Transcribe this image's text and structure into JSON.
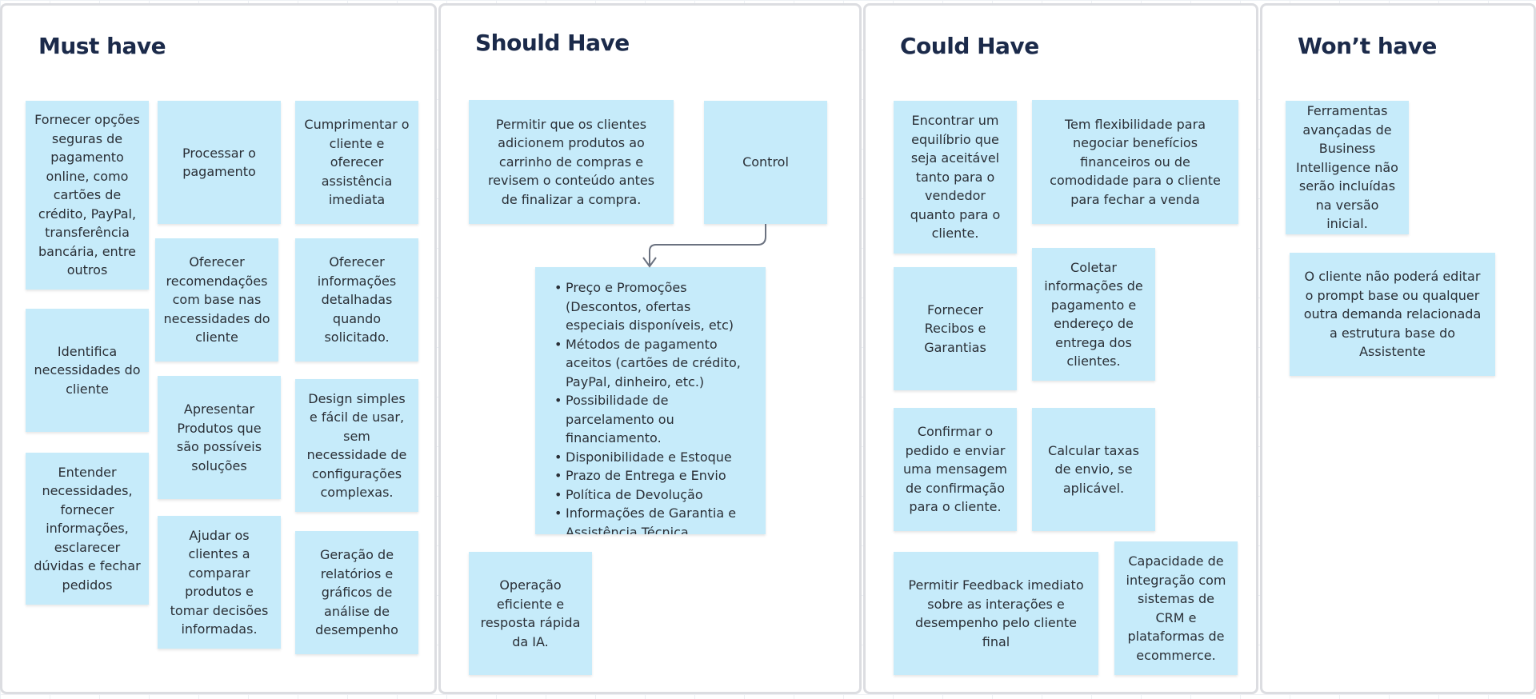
{
  "columns": {
    "must": {
      "title": "Must have",
      "notes": [
        "Fornecer opções seguras de pagamento online, como cartões de crédito, PayPal, transferência bancária, entre outros",
        "Processar o pagamento",
        "Cumprimentar o cliente e oferecer assistência imediata",
        "Oferecer recomendações com base nas necessidades do cliente",
        "Oferecer informações detalhadas quando solicitado.",
        "Identifica necessidades do cliente",
        "Apresentar Produtos que são possíveis soluções",
        "Design simples e fácil de usar, sem necessidade de configurações complexas.",
        "Entender necessidades, fornecer informações, esclarecer dúvidas e fechar pedidos",
        "Ajudar os clientes a comparar produtos e tomar decisões informadas.",
        "Geração de relatórios e gráficos de análise de desempenho"
      ]
    },
    "should": {
      "title": "Should Have",
      "notes": [
        "Permitir que os clientes adicionem produtos ao carrinho de compras e revisem o conteúdo antes de finalizar a compra.",
        "Control",
        "Operação eficiente e resposta rápida da IA."
      ],
      "list_items": [
        "Preço e Promoções (Descontos, ofertas especiais disponíveis, etc)",
        "Métodos de pagamento aceitos (cartões de crédito, PayPal, dinheiro, etc.)",
        "Possibilidade de parcelamento ou financiamento.",
        "Disponibilidade e Estoque",
        "Prazo de Entrega e Envio",
        "Política de Devolução",
        "Informações de Garantia e Assistência Técnica"
      ]
    },
    "could": {
      "title": "Could Have",
      "notes": [
        "Encontrar um equilíbrio que seja aceitável tanto para o vendedor quanto para o cliente.",
        "Tem flexibilidade para negociar benefícios financeiros ou de comodidade para o cliente para fechar a venda",
        "Fornecer Recibos e Garantias",
        "Coletar informações de pagamento e endereço de entrega dos clientes.",
        "Confirmar o pedido e enviar uma mensagem de confirmação para o cliente.",
        "Calcular taxas de envio, se aplicável.",
        "Permitir Feedback imediato sobre as interações e desempenho pelo cliente final",
        "Capacidade de integração com sistemas de CRM e plataformas de ecommerce."
      ]
    },
    "wont": {
      "title": "Won’t have",
      "notes": [
        "Ferramentas avançadas de Business Intelligence não serão incluídas na versão inicial.",
        "O cliente não poderá editar o prompt base ou qualquer outra demanda relacionada a estrutura base do Assistente"
      ]
    }
  },
  "colors": {
    "note": "#c6ebfa",
    "title": "#1b2a4a",
    "frame_border": "#dcdde1",
    "connector": "#6b7280"
  }
}
